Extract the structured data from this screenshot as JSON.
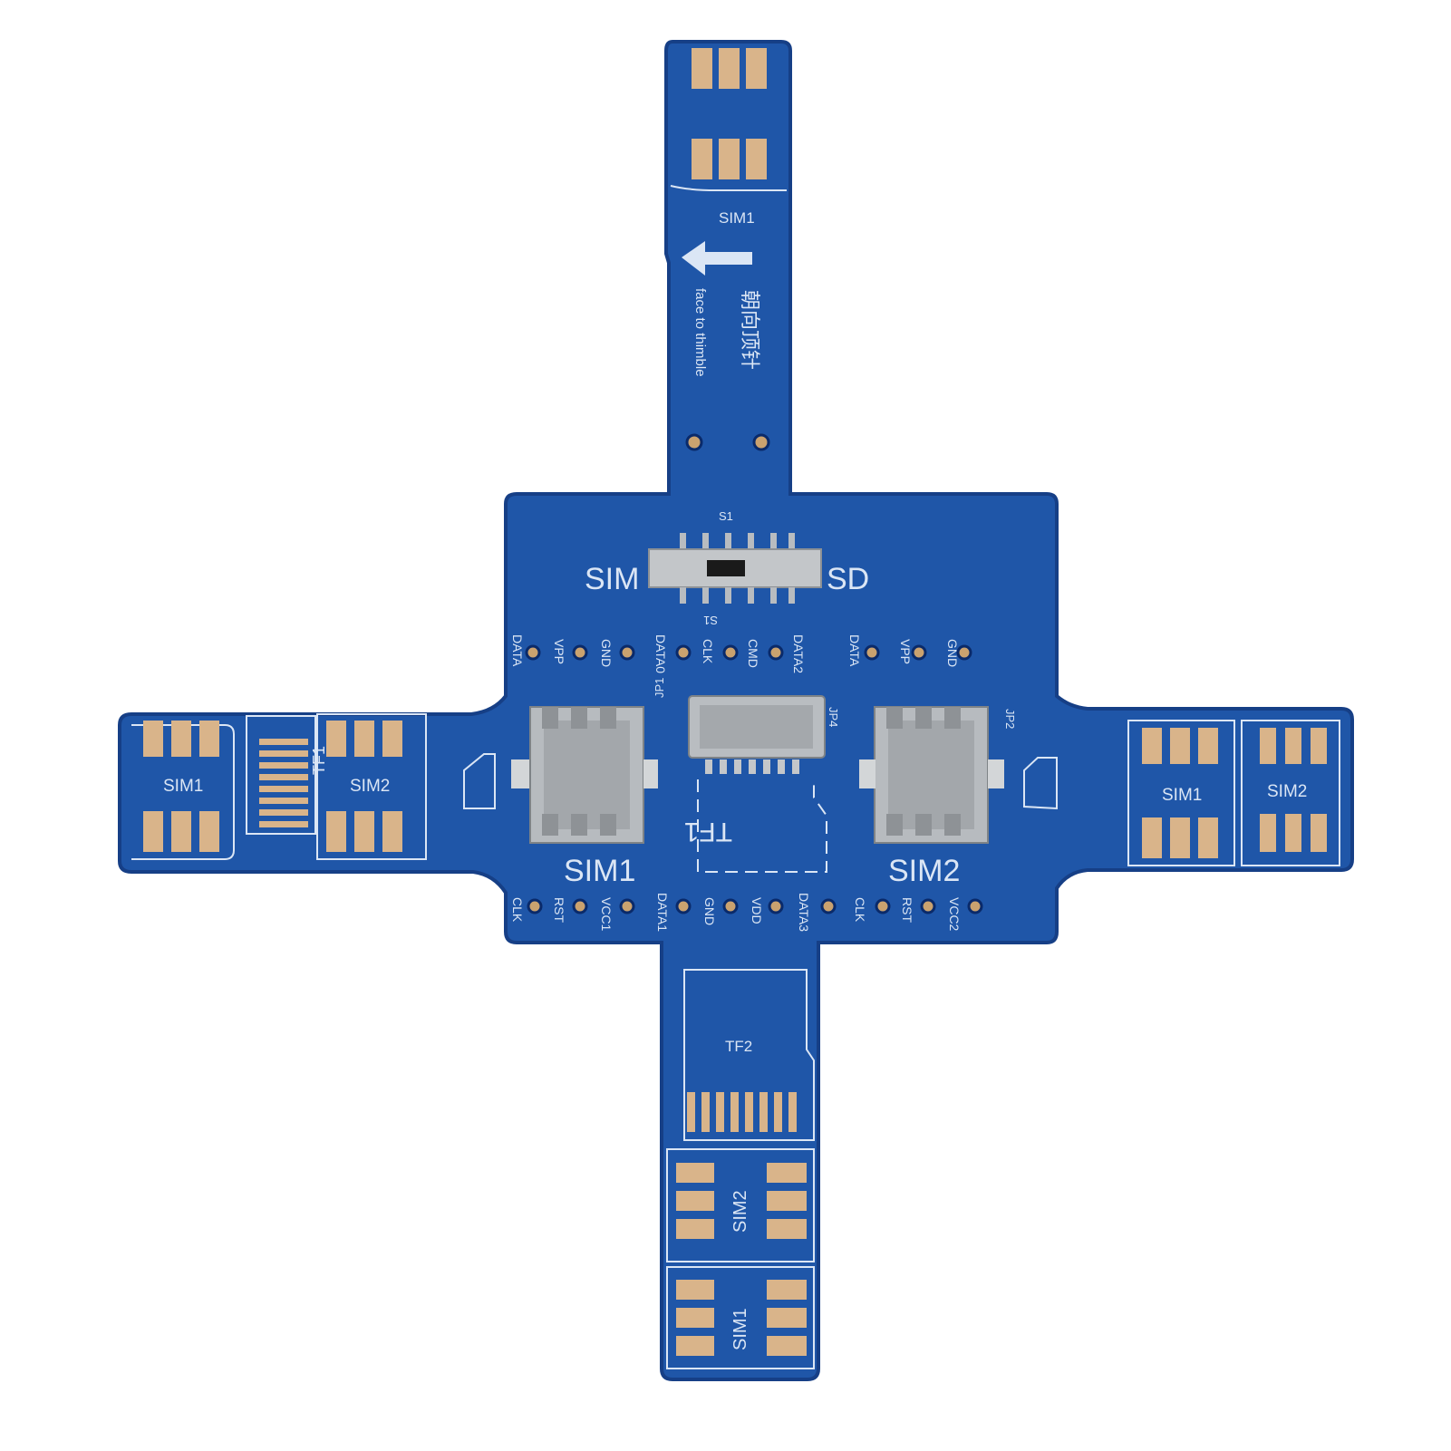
{
  "image_description_colors": {
    "board": "#1f56a8",
    "board_edge": "#163f86",
    "pad": "#d9b48a",
    "silkscreen": "#dbe6f5",
    "metal": "#bfc3c7"
  },
  "board": {
    "top_tab": {
      "label": "SIM1",
      "cn_text": "朝向顶针",
      "en_text": "face to thimble"
    },
    "switch": {
      "ref": "S1",
      "left_label": "SIM",
      "right_label": "SD",
      "ref_mirrored": "S1"
    },
    "top_pin_labels": [
      "DATA",
      "VPP",
      "GND",
      "DATA0",
      "CLK",
      "CMD",
      "DATA2",
      "DATA",
      "VPP",
      "GND"
    ],
    "jumpers": {
      "jp1": "JP1",
      "jp2": "JP2",
      "jp4": "JP4"
    },
    "slot_labels": {
      "sim1": "SIM1",
      "sim2": "SIM2",
      "tf1": "TF1"
    },
    "bottom_pin_labels": [
      "CLK",
      "RST",
      "VCC1",
      "DATA1",
      "GND",
      "VDD",
      "DATA3",
      "CLK",
      "RST",
      "VCC2"
    ],
    "left_tab": {
      "sim1": "SIM1",
      "tf1": "TF1",
      "sim2": "SIM2"
    },
    "right_tab": {
      "sim1": "SIM1",
      "sim2": "SIM2"
    },
    "bottom_tab": {
      "tf2": "TF2",
      "sim2": "SIM2",
      "sim1": "SIM1"
    }
  }
}
